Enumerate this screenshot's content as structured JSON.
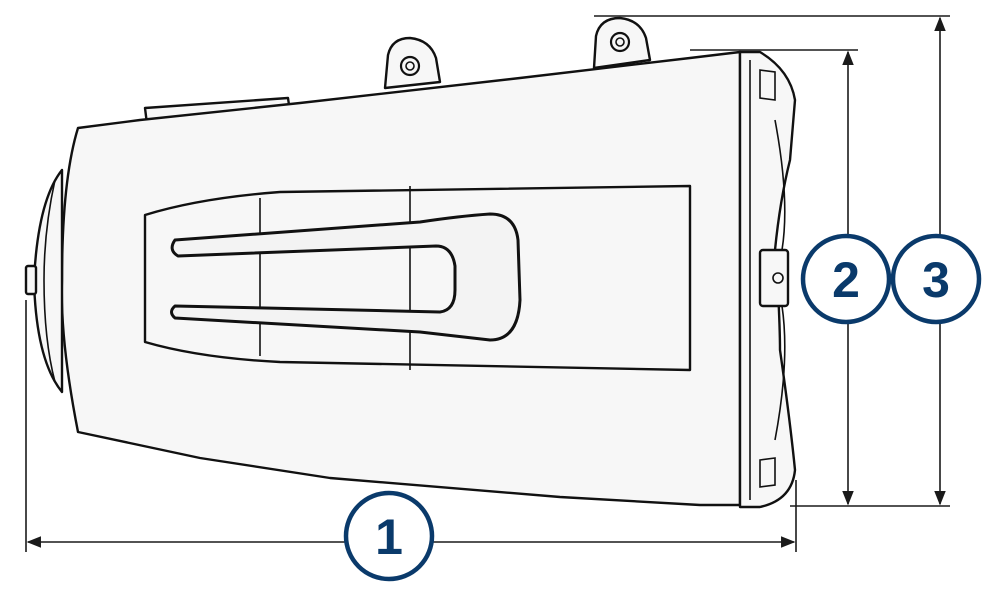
{
  "diagram": {
    "callouts": [
      {
        "id": "length",
        "label": "1"
      },
      {
        "id": "inner-height",
        "label": "2"
      },
      {
        "id": "overall-height",
        "label": "3"
      }
    ],
    "colors": {
      "callout": "#0a3a6b",
      "outline": "#111111",
      "body_fill": "#f7f7f7"
    }
  }
}
